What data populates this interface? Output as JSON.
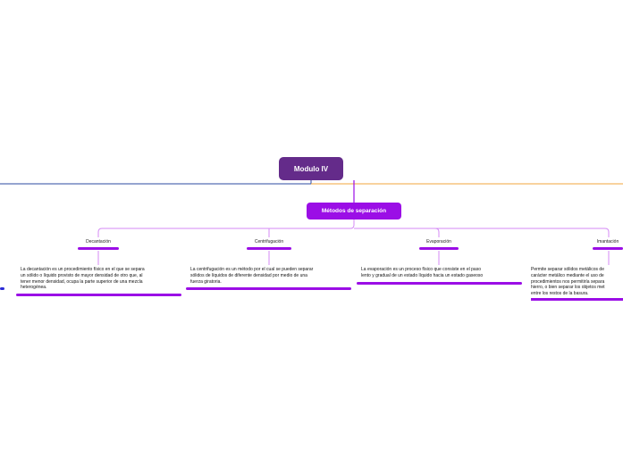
{
  "root": {
    "label": "Modulo IV"
  },
  "main": {
    "label": "Métodos de separación"
  },
  "branches": [
    {
      "title": "Decantación",
      "lines": [
        "La decantación es un procedimiento físico en el que se separa",
        "un sólido o líquido provisto de mayor densidad de otro que, al",
        "tener menor densidad, ocupa la parte superior de una mezcla",
        "heterogénea."
      ]
    },
    {
      "title": "Centrifugación",
      "lines": [
        "La centrifugación es un método por el cual se pueden separar",
        "sólidos de líquidos de diferente densidad por medio de una",
        "fuerza giratoria."
      ]
    },
    {
      "title": "Evaporación",
      "lines": [
        "La evaporación es un proceso físico que consiste en el paso",
        "lento y gradual de un estado líquido hacia un estado gaseoso"
      ]
    },
    {
      "title": "Imantación",
      "lines": [
        "Permite separar sólidos metálicos de",
        "carácter metálico mediante el uso de",
        "procedimientos nos permitiría separa",
        "hierro, o bien separar los objetos met",
        "entre los restos de la basura."
      ]
    }
  ],
  "colors": {
    "root": "#642b8a",
    "main": "#9b0ee6",
    "connector": "#d48af5",
    "left_line": "#2b4aa0",
    "right_line": "#f0a43c"
  }
}
